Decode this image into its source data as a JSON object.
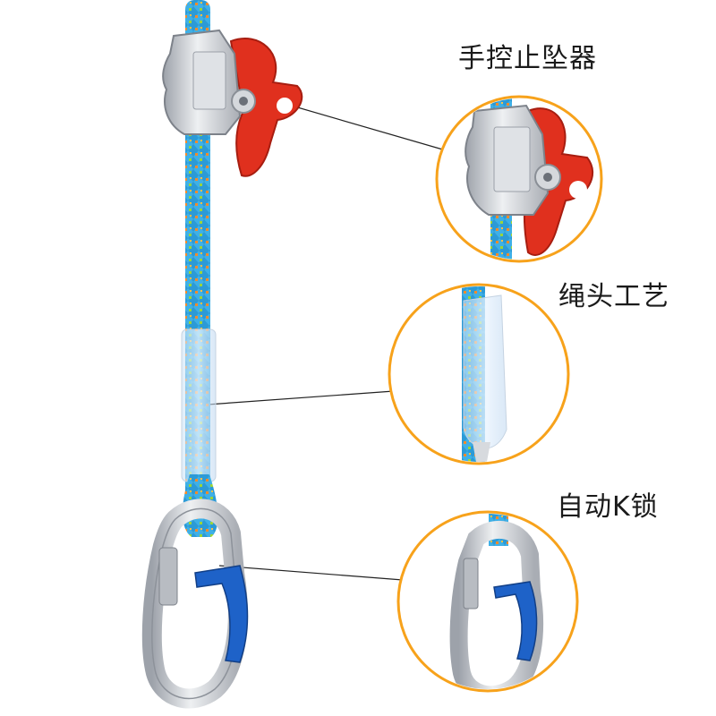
{
  "callouts": [
    {
      "label": "手控止坠器"
    },
    {
      "label": "绳头工艺"
    },
    {
      "label": "自动K锁"
    }
  ],
  "colors": {
    "callout_ring": "#f7a21b",
    "rope_primary": "#2c9ad6",
    "rope_accent_orange": "#f28b2c",
    "rope_accent_green": "#9bd43a",
    "fall_arrester_lever": "#e0301e",
    "carabiner_gate": "#1e62c8",
    "metal": "#c9ccd1"
  },
  "icons": [
    "fall-arrester-device",
    "rope",
    "sewn-sleeve",
    "auto-locking-carabiner"
  ]
}
